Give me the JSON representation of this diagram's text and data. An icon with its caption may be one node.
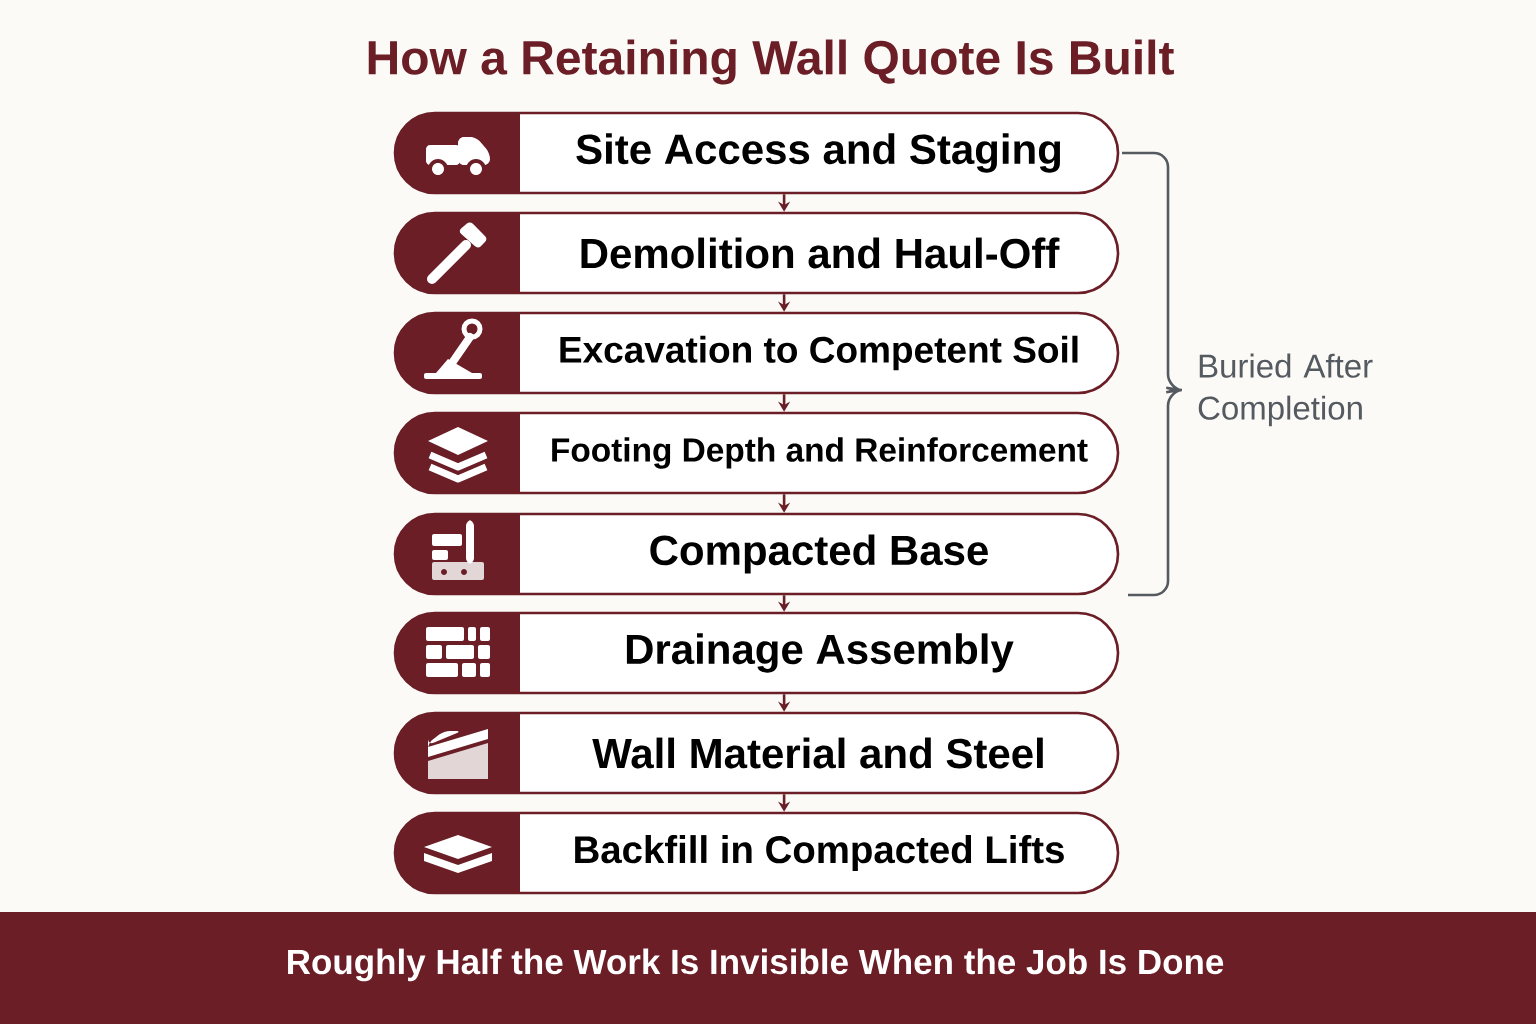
{
  "diagram": {
    "title": "How a Retaining Wall Quote Is Built",
    "caption": "Roughly Half the Work Is Invisible When the Job Is Done",
    "nodes": [
      {
        "text": [
          "Site Access and Staging"
        ]
      },
      {
        "text": [
          "Demolition and Haul-Off"
        ]
      },
      {
        "text": [
          "Excavation to Competent Soil"
        ]
      },
      {
        "text": [
          "Footing Depth and Reinforcement"
        ]
      },
      {
        "text": [
          "Compacted Base"
        ]
      },
      {
        "text": [
          "Drainage Assembly"
        ]
      },
      {
        "text": [
          "Wall Material and Steel"
        ]
      },
      {
        "text": [
          "Backfill in Compacted Lifts"
        ]
      }
    ],
    "edges": [
      {
        "from": 0,
        "to": 1,
        "arrow": "to"
      },
      {
        "from": 1,
        "to": 2,
        "arrow": "to"
      },
      {
        "from": 2,
        "to": 3,
        "arrow": "to"
      },
      {
        "from": 3,
        "to": 4,
        "arrow": "to"
      },
      {
        "from": 4,
        "to": 5,
        "arrow": "to"
      },
      {
        "from": 5,
        "to": 6,
        "arrow": "to"
      },
      {
        "from": 6,
        "to": 7,
        "arrow": "to"
      }
    ],
    "labels": [
      "Buried After Completion"
    ]
  }
}
